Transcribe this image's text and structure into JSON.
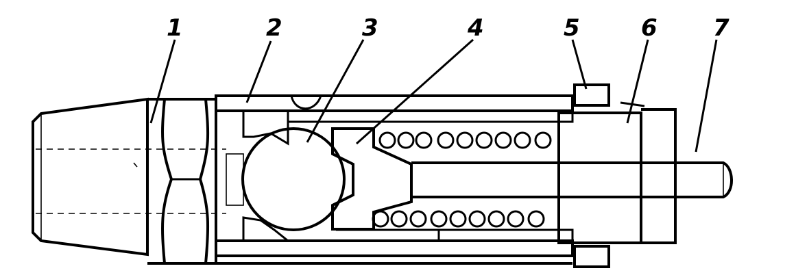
{
  "diagram": {
    "labels": [
      {
        "id": "part-1",
        "text": "1"
      },
      {
        "id": "part-2",
        "text": "2"
      },
      {
        "id": "part-3",
        "text": "3"
      },
      {
        "id": "part-4",
        "text": "4"
      },
      {
        "id": "part-5",
        "text": "5"
      },
      {
        "id": "part-6",
        "text": "6"
      },
      {
        "id": "part-7",
        "text": "7"
      }
    ],
    "colors": {
      "ink": "#000000",
      "paper": "#ffffff"
    }
  }
}
